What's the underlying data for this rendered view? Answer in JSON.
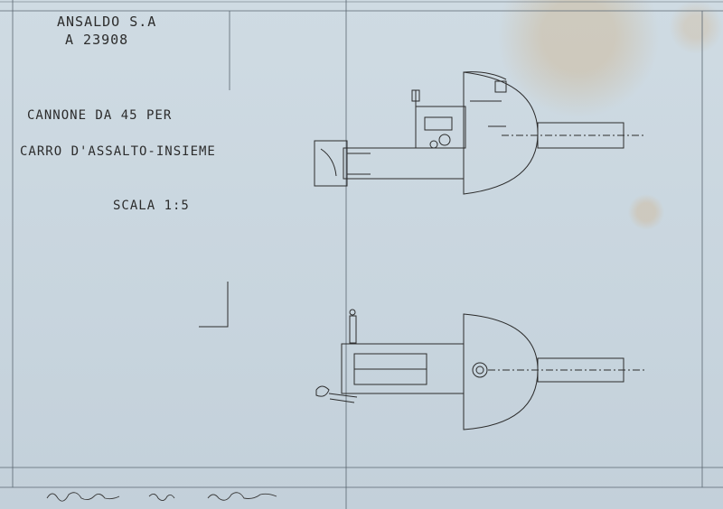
{
  "title_block": {
    "maker": "ANSALDO S.A",
    "drawing_number": "A 23908",
    "title_line1": "CANNONE DA 45  PER",
    "title_line2": "CARRO  D'ASSALTO-INSIEME",
    "scale": "SCALA 1:5"
  },
  "colors": {
    "paper": "#c9d6df",
    "ink": "#2c2c2c",
    "stain": "#d2b48c"
  }
}
